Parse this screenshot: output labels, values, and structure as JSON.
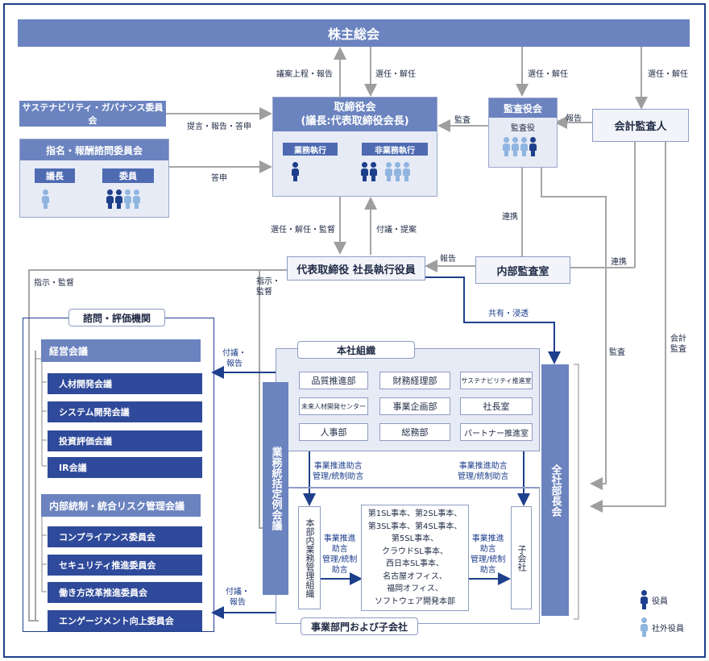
{
  "shareholders": "株主総会",
  "board": {
    "title_line1": "取締役会",
    "title_line2": "(議長:代表取締役会長)",
    "executive": "業務執行",
    "non_executive": "非業務執行"
  },
  "sustainability_committee": "サステナビリティ・ガバナンス委員会",
  "nomination_committee": {
    "title": "指名・報酬諮問委員会",
    "chair": "議長",
    "members": "委員"
  },
  "audit_board": {
    "title": "監査役会",
    "auditor": "監査役"
  },
  "accounting_auditor": "会計監査人",
  "ceo": "代表取締役 社長執行役員",
  "internal_audit": "内部監査室",
  "advisory": {
    "title": "諮問・評価機関",
    "management_meeting": "経営会議",
    "mgmt_subs": [
      "人材開発会議",
      "システム開発会議",
      "投資評価会議",
      "IR会議"
    ],
    "risk_meeting": "内部統制・統合リスク管理会議",
    "risk_subs": [
      "コンプライアンス委員会",
      "セキュリティ推進委員会",
      "働き方改革推進委員会",
      "エンゲージメント向上委員会"
    ]
  },
  "headquarters": {
    "title": "本社組織",
    "depts": [
      "品質推進部",
      "財務経理部",
      "サステナビリティ推進室",
      "未来人材開発センター",
      "事業企画部",
      "社長室",
      "人事部",
      "総務部",
      "パートナー推進室"
    ]
  },
  "business_meeting": "業務統括定例会議",
  "all_dept_meeting": "全社部長会",
  "internal_mgmt": "本部内業務管理組織",
  "business_units": [
    "第1SL事本、第2SL事本、",
    "第3SL事本、第4SL事本、",
    "第5SL事本、",
    "クラウドSL事本、",
    "西日本SL事本、",
    "名古屋オフィス、",
    "福岡オフィス、",
    "ソフトウェア開発本部"
  ],
  "subsidiaries": "子会社",
  "divisions_label": "事業部門および子会社",
  "labels": {
    "agenda_report": "議案上程・報告",
    "appoint_dismiss": "選任・解任",
    "appoint_dismiss_2": "選任・解任",
    "appoint_dismiss_3": "選任・解任",
    "proposal_report_advice": "提言・報告・答申",
    "reply": "答申",
    "audit_1": "監査",
    "audit_2": "監査",
    "report_1": "報告",
    "report_2": "報告",
    "appoint_dismiss_supervise": "選任・解任・監督",
    "propose": "付議・提案",
    "coop_1": "連携",
    "coop_2": "連携",
    "instruct_1": "指示・監督",
    "instruct_2a": "指示・",
    "instruct_2b": "監督",
    "share_infiltrate": "共有・浸透",
    "refer_a": "付議・",
    "refer_b": "報告",
    "refer2_a": "付議・",
    "refer2_b": "報告",
    "acct_audit_a": "会計",
    "acct_audit_b": "監査",
    "support_a": "事業推進助言",
    "support_b": "管理/統制助言",
    "support2_a": "事業推進助言",
    "support2_b": "管理/統制助言",
    "support3": [
      "事業推進",
      "助言",
      "管理/統制",
      "助言"
    ],
    "support4": [
      "事業推進",
      "助言",
      "管理/統制",
      "助言"
    ]
  },
  "legend": {
    "officer": "役員",
    "outside_officer": "社外役員"
  }
}
